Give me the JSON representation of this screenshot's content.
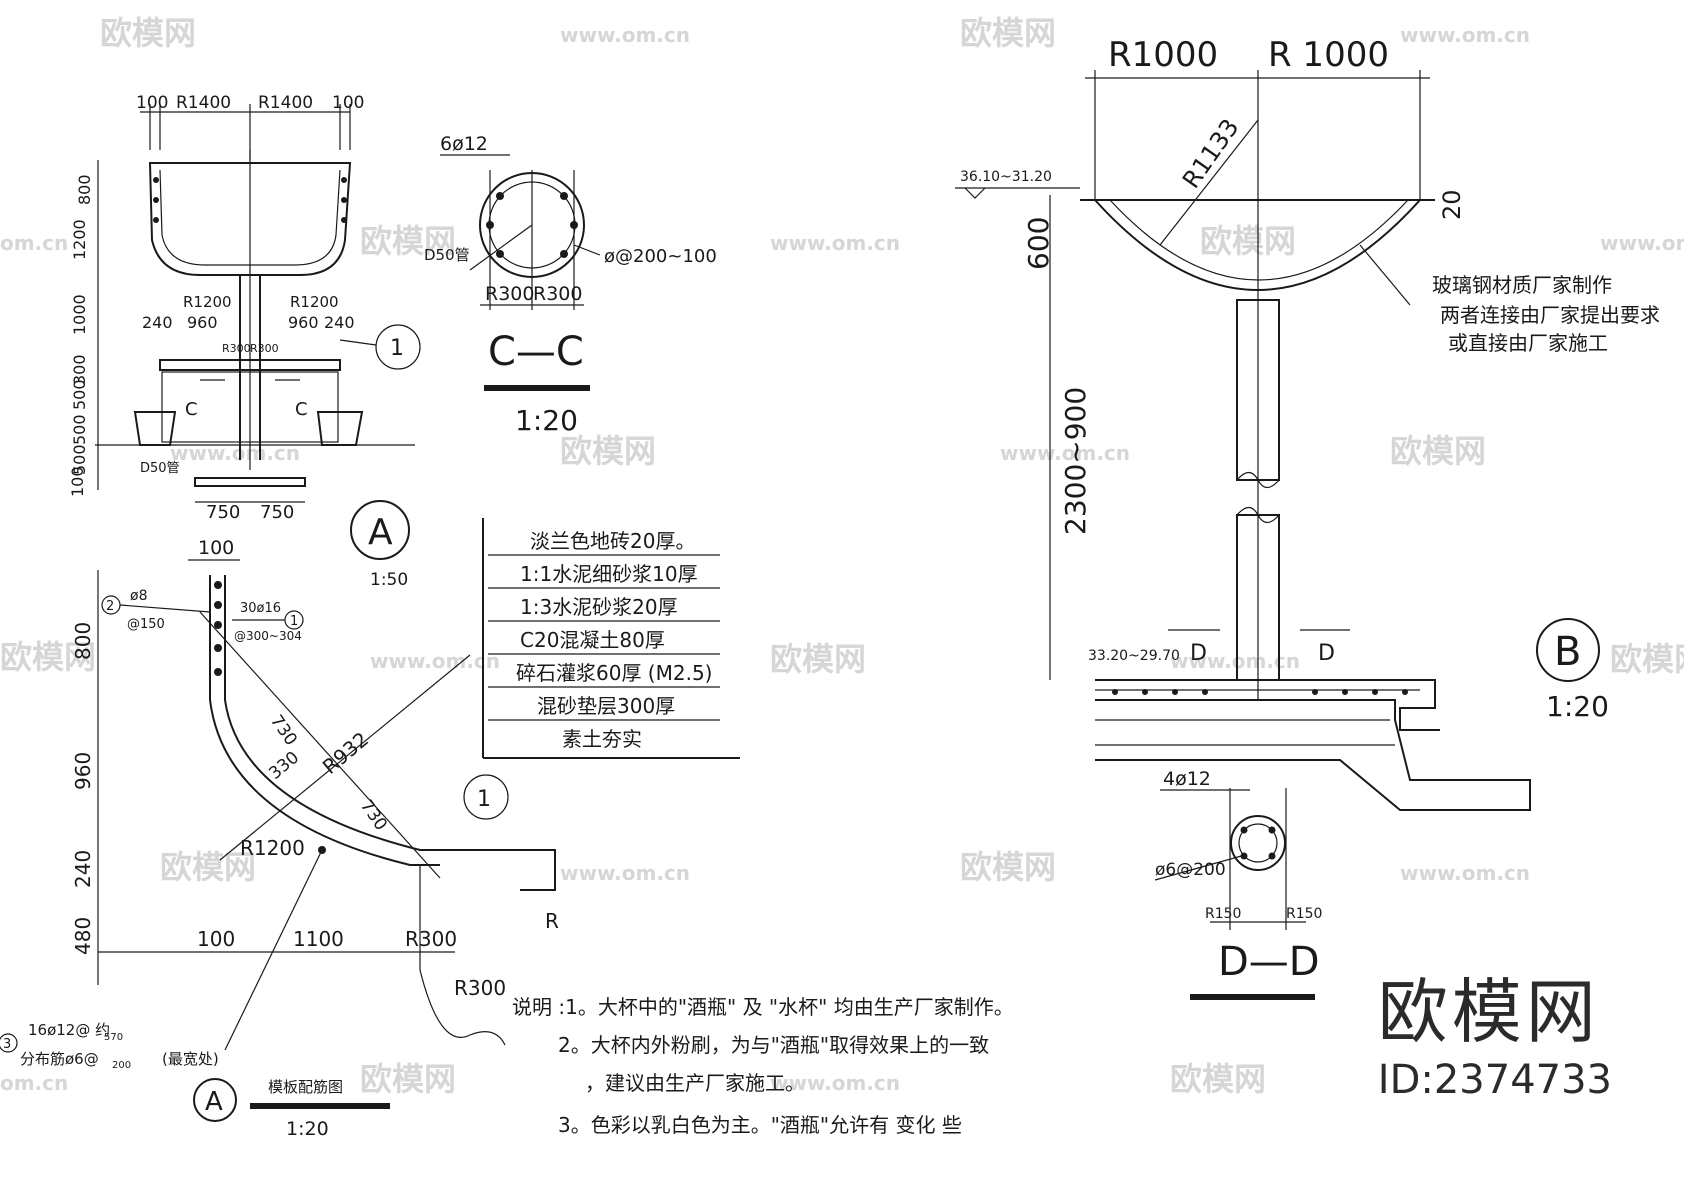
{
  "watermark": {
    "logo": "欧模网",
    "url": "www.om.cn",
    "short": "om.cn"
  },
  "brand": {
    "name": "欧模网",
    "id": "ID:2374733"
  },
  "detail_a_top": {
    "dims_top": [
      "100",
      "R1400",
      "R1400",
      "100"
    ],
    "dims_left": [
      "800",
      "1200",
      "1000",
      "300",
      "500",
      "500",
      "500",
      "100"
    ],
    "radii": [
      "R1200",
      "R1200",
      "240",
      "960",
      "960",
      "240"
    ],
    "small_radii": [
      "R300",
      "R300"
    ],
    "pipe": "D50管",
    "section_mark": "C",
    "bottom_dims": [
      "750",
      "750"
    ],
    "callout": "1",
    "label": "A",
    "scale": "1:50"
  },
  "section_cc": {
    "rebar": "6ø12",
    "pipe": "D50管",
    "stirrup": "ø@200~100",
    "radii": [
      "R300",
      "R300"
    ],
    "title": "C—C",
    "scale": "1:20"
  },
  "layers": [
    "淡兰色地砖20厚。",
    "1:1水泥细砂浆10厚",
    "1:3水泥砂浆20厚",
    "C20混凝土80厚",
    "碎石灌浆60厚 (M2.5)",
    "混砂垫层300厚",
    "素土夯实"
  ],
  "layers_callout": "1",
  "detail_a_bottom": {
    "dim_top": "100",
    "bar2": "ø8",
    "bar2_spacing": "@150",
    "bar2_mark": "2",
    "bar1": "30ø16",
    "bar1_spacing": "@300~304",
    "bar1_mark": "1",
    "dims_left": [
      "800",
      "960",
      "240",
      "480"
    ],
    "diag": [
      "730",
      "330",
      "R932",
      "730"
    ],
    "radius": "R1200",
    "bottom_dims": [
      "100",
      "1100",
      "R300"
    ],
    "r": "R",
    "r300": "R300",
    "bar3_mark": "3",
    "bar3": "16ø12@ 约",
    "bar3_sub": "570",
    "bar3_dist": "分布筋ø6@",
    "bar3_dist_sub": "200",
    "widest": "(最宽处)",
    "label": "A",
    "title": "模板配筋图",
    "scale": "1:20"
  },
  "notes": [
    "说明 :1。大杯中的\"酒瓶\" 及 \"水杯\" 均由生产厂家制作。",
    "2。大杯内外粉刷，为与\"酒瓶\"取得效果上的一致",
    "，建议由生产厂家施工。",
    "3。色彩以乳白色为主。\"酒瓶\"允许有   变化     些"
  ],
  "detail_b": {
    "dims_top": [
      "R1000",
      "R 1000"
    ],
    "r1133": "R1133",
    "elev_top": "36.10~31.20",
    "dim_20": "20",
    "dim_600": "600",
    "dim_height": "2300~900",
    "note1": "玻璃钢材质厂家制作",
    "note2": "两者连接由厂家提出要求",
    "note3": "或直接由厂家施工",
    "elev_bottom": "33.20~29.70",
    "section_mark": "D",
    "label": "B",
    "scale": "1:20"
  },
  "section_dd": {
    "rebar": "4ø12",
    "stirrup": "ø6@200",
    "radii": [
      "R150",
      "R150"
    ],
    "title": "D—D"
  }
}
